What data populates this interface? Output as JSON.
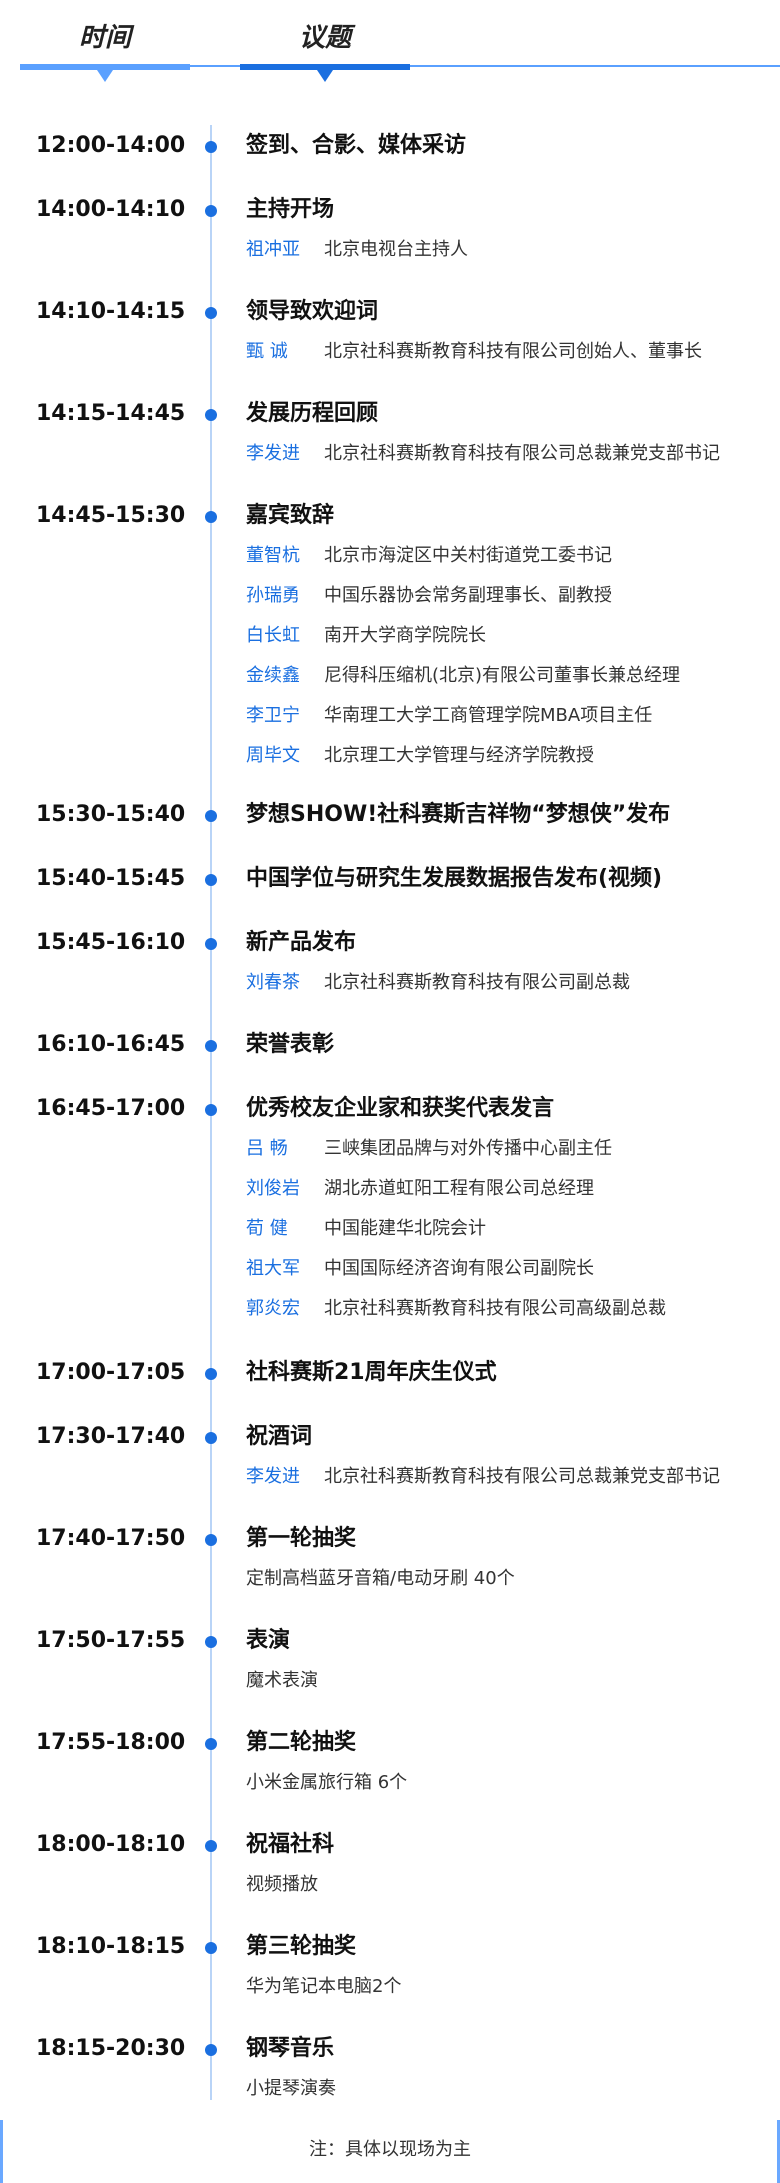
{
  "header": {
    "tab_time": "时间",
    "tab_topic": "议题"
  },
  "sessions": [
    {
      "time": "12:00-14:00",
      "title": "签到、合影、媒体采访",
      "people": [],
      "note": ""
    },
    {
      "time": "14:00-14:10",
      "title": "主持开场",
      "people": [
        {
          "name": "祖冲亚",
          "role": "北京电视台主持人"
        }
      ],
      "note": ""
    },
    {
      "time": "14:10-14:15",
      "title": "领导致欢迎词",
      "people": [
        {
          "name": "甄 诚",
          "role": "北京社科赛斯教育科技有限公司创始人、董事长"
        }
      ],
      "note": ""
    },
    {
      "time": "14:15-14:45",
      "title": "发展历程回顾",
      "people": [
        {
          "name": "李发进",
          "role": "北京社科赛斯教育科技有限公司总裁兼党支部书记"
        }
      ],
      "note": ""
    },
    {
      "time": "14:45-15:30",
      "title": "嘉宾致辞",
      "people": [
        {
          "name": "董智杭",
          "role": "北京市海淀区中关村街道党工委书记"
        },
        {
          "name": "孙瑞勇",
          "role": "中国乐器协会常务副理事长、副教授"
        },
        {
          "name": "白长虹",
          "role": "南开大学商学院院长"
        },
        {
          "name": "金续鑫",
          "role": "尼得科压缩机(北京)有限公司董事长兼总经理"
        },
        {
          "name": "李卫宁",
          "role": "华南理工大学工商管理学院MBA项目主任"
        },
        {
          "name": "周毕文",
          "role": "北京理工大学管理与经济学院教授"
        }
      ],
      "note": ""
    },
    {
      "time": "15:30-15:40",
      "title": "梦想SHOW!社科赛斯吉祥物“梦想侠”发布",
      "people": [],
      "note": ""
    },
    {
      "time": "15:40-15:45",
      "title": "中国学位与研究生发展数据报告发布(视频)",
      "people": [],
      "note": ""
    },
    {
      "time": "15:45-16:10",
      "title": "新产品发布",
      "people": [
        {
          "name": "刘春茶",
          "role": "北京社科赛斯教育科技有限公司副总裁"
        }
      ],
      "note": ""
    },
    {
      "time": "16:10-16:45",
      "title": "荣誉表彰",
      "people": [],
      "note": ""
    },
    {
      "time": "16:45-17:00",
      "title": "优秀校友企业家和获奖代表发言",
      "people": [
        {
          "name": "吕 畅",
          "role": "三峡集团品牌与对外传播中心副主任"
        },
        {
          "name": "刘俊岩",
          "role": "湖北赤道虹阳工程有限公司总经理"
        },
        {
          "name": "荀 健",
          "role": "中国能建华北院会计"
        },
        {
          "name": "祖大军",
          "role": "中国国际经济咨询有限公司副院长"
        },
        {
          "name": "郭炎宏",
          "role": "北京社科赛斯教育科技有限公司高级副总裁"
        }
      ],
      "note": ""
    },
    {
      "time": "17:00-17:05",
      "title": "社科赛斯21周年庆生仪式",
      "people": [],
      "note": ""
    },
    {
      "time": "17:30-17:40",
      "title": "祝酒词",
      "people": [
        {
          "name": "李发进",
          "role": "北京社科赛斯教育科技有限公司总裁兼党支部书记"
        }
      ],
      "note": ""
    },
    {
      "time": "17:40-17:50",
      "title": "第一轮抽奖",
      "people": [],
      "note": "定制高档蓝牙音箱/电动牙刷 40个"
    },
    {
      "time": "17:50-17:55",
      "title": "表演",
      "people": [],
      "note": "魔术表演"
    },
    {
      "time": "17:55-18:00",
      "title": "第二轮抽奖",
      "people": [],
      "note": "小米金属旅行箱 6个"
    },
    {
      "time": "18:00-18:10",
      "title": "祝福社科",
      "people": [],
      "note": "视频播放"
    },
    {
      "time": "18:10-18:15",
      "title": "第三轮抽奖",
      "people": [],
      "note": "华为笔记本电脑2个"
    },
    {
      "time": "18:15-20:30",
      "title": "钢琴音乐",
      "people": [],
      "note": "小提琴演奏"
    }
  ],
  "footer": {
    "note": "注：具体以现场为主"
  },
  "colors": {
    "accent": "#1a6fe0",
    "accent_light": "#5aa0ff",
    "timeline": "#b9d4f7"
  }
}
